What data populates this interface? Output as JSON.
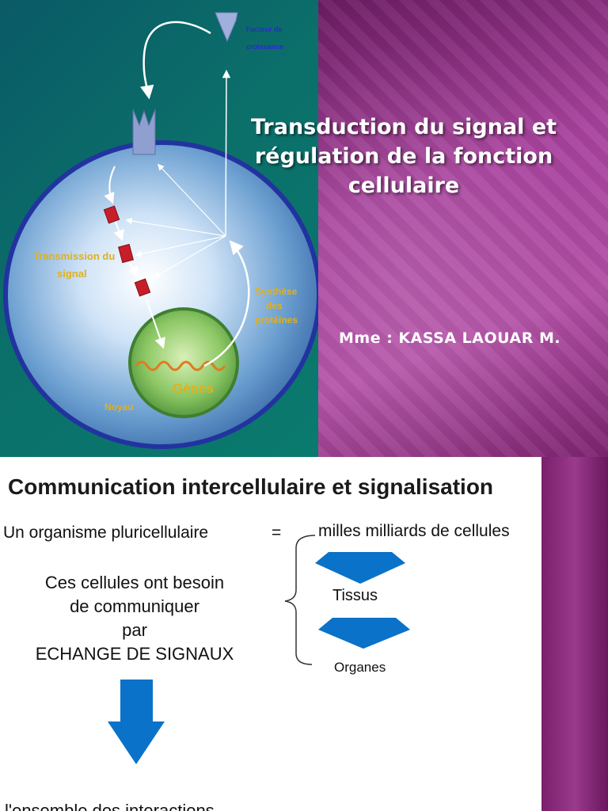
{
  "slide1": {
    "diagram": {
      "labels": {
        "growth_factor": "Facteur de croissance",
        "signal_transmission": [
          "Transmission du",
          "signal"
        ],
        "protein_synthesis": [
          "Synthèse",
          "des",
          "protéines"
        ],
        "genes": "Gènes",
        "nucleus": "Noyau"
      }
    },
    "title_lines": [
      "Transduction du signal et",
      "régulation de la fonction",
      "cellulaire"
    ],
    "author": "Mme : KASSA LAOUAR M."
  },
  "slide2": {
    "title": "Communication intercellulaire et signalisation",
    "organism": "Un organisme pluricellulaire",
    "equals": "=",
    "cells": "milles milliards de cellules",
    "need_lines": [
      "Ces cellules ont besoin",
      "de communiquer",
      "par",
      "ECHANGE DE SIGNAUX"
    ],
    "tissues": "Tissus",
    "organs": "Organes",
    "bottom_text": "l'ensemble des interactions"
  },
  "colors": {
    "teal_panel": "#0b6f6a",
    "magenta_panel": "#a8429d",
    "arrow_blue": "#0a72c8",
    "cell_border": "#2233a0"
  }
}
